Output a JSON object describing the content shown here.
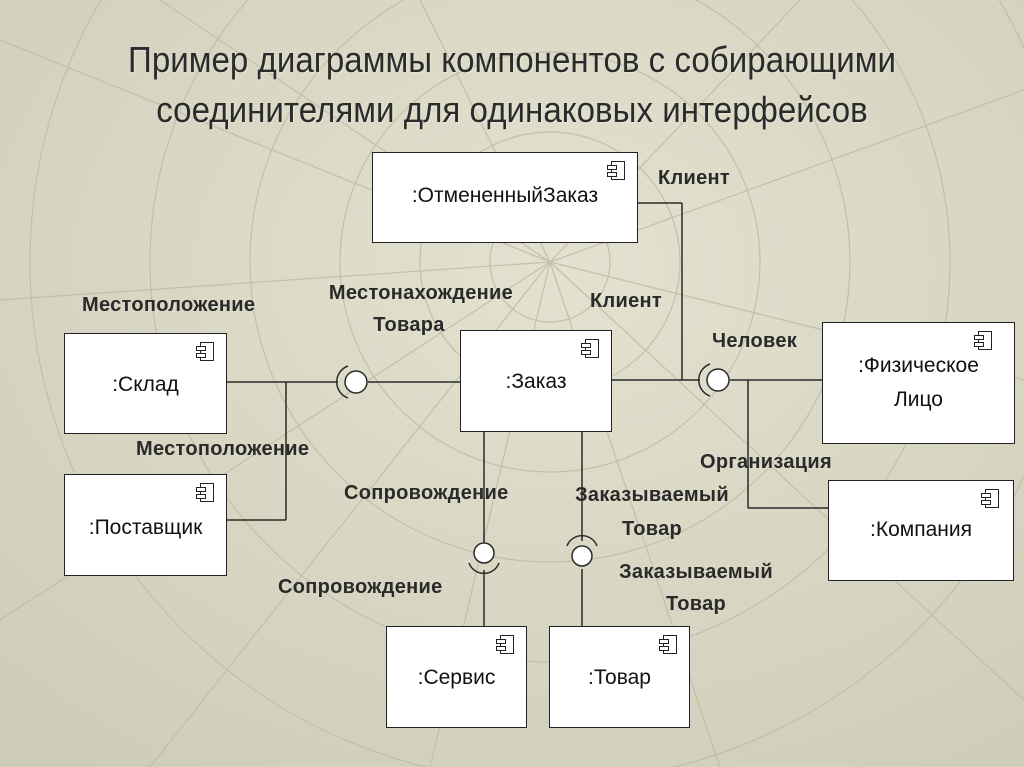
{
  "title": {
    "line1": "Пример диаграммы компонентов с собирающими",
    "line2": "соединителями для одинаковых интерфейсов"
  },
  "components": {
    "cancelled_order": ":ОтмененныйЗаказ",
    "warehouse": ":Склад",
    "supplier": ":Поставщик",
    "order": ":Заказ",
    "individual_line1": ":Физическое",
    "individual_line2": "Лицо",
    "company": ":Компания",
    "service": ":Сервис",
    "product": ":Товар"
  },
  "labels": {
    "client_top": "Клиент",
    "client_mid": "Клиент",
    "person": "Человек",
    "location_left": "Местоположение",
    "location_product_line1": "Местонахождение",
    "location_product_line2": "Товара",
    "location_lower": "Местоположение",
    "organization": "Организация",
    "support_upper": "Сопровождение",
    "support_lower": "Сопровождение",
    "ordered_product_upper_line1": "Заказываемый",
    "ordered_product_upper_line2": "Товар",
    "ordered_product_lower_line1": "Заказываемый",
    "ordered_product_lower_line2": "Товар"
  }
}
